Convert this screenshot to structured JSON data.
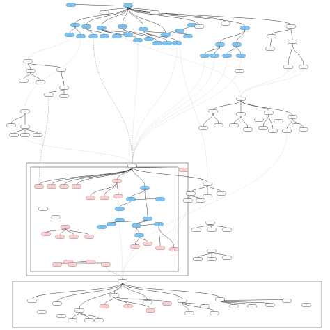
{
  "colors": {
    "blue_fill": "#7cc3f0",
    "blue_stroke": "#2b76b9",
    "pink_fill": "#f6d2d2",
    "pink_stroke": "#b55",
    "plain_fill": "#ffffff",
    "plain_stroke": "#333333"
  },
  "nodes": [
    {
      "id": "r_root",
      "kind": "blue",
      "label": "···"
    },
    {
      "id": "r_top_left",
      "kind": "blue",
      "label": "···"
    },
    {
      "id": "r_tl2",
      "kind": "plain",
      "label": "···"
    },
    {
      "id": "r_tl3",
      "kind": "plain",
      "label": "···"
    },
    {
      "id": "r_b1",
      "kind": "blue",
      "label": "···"
    },
    {
      "id": "r_b2",
      "kind": "blue",
      "label": "···"
    },
    {
      "id": "r_b3",
      "kind": "blue",
      "label": "···"
    },
    {
      "id": "r_b4",
      "kind": "blue",
      "label": "···"
    },
    {
      "id": "r_b5",
      "kind": "blue",
      "label": "···"
    },
    {
      "id": "r_b6",
      "kind": "blue",
      "label": "···"
    },
    {
      "id": "r_c1",
      "kind": "blue",
      "label": "···"
    },
    {
      "id": "r_c2",
      "kind": "blue",
      "label": "···"
    },
    {
      "id": "r_c3",
      "kind": "blue",
      "label": "···"
    },
    {
      "id": "r_c4",
      "kind": "blue",
      "label": "···"
    },
    {
      "id": "r_c5",
      "kind": "blue",
      "label": "···"
    },
    {
      "id": "r_c6",
      "kind": "blue",
      "label": "···"
    },
    {
      "id": "r_c7",
      "kind": "blue",
      "label": "···"
    },
    {
      "id": "r_c8",
      "kind": "blue",
      "label": "···"
    },
    {
      "id": "r_c9",
      "kind": "blue",
      "label": "···"
    },
    {
      "id": "r_c10",
      "kind": "blue",
      "label": "···"
    },
    {
      "id": "r_c11",
      "kind": "blue",
      "label": "···"
    },
    {
      "id": "r_c12",
      "kind": "blue",
      "label": "···"
    },
    {
      "id": "r_c13",
      "kind": "blue",
      "label": "···"
    },
    {
      "id": "r_c14",
      "kind": "blue",
      "label": "···"
    },
    {
      "id": "r_r1",
      "kind": "plain",
      "label": "···"
    },
    {
      "id": "r_r2",
      "kind": "plain",
      "label": "···"
    },
    {
      "id": "r_r3",
      "kind": "blue",
      "label": "···"
    },
    {
      "id": "r_r4",
      "kind": "plain",
      "label": "···"
    },
    {
      "id": "r_r5",
      "kind": "blue",
      "label": "···"
    },
    {
      "id": "r_r6",
      "kind": "blue",
      "label": "···"
    },
    {
      "id": "r_r7",
      "kind": "blue",
      "label": "···"
    },
    {
      "id": "r_r8",
      "kind": "blue",
      "label": "···"
    },
    {
      "id": "r_r9",
      "kind": "blue",
      "label": "···"
    },
    {
      "id": "r_r10",
      "kind": "blue",
      "label": "···"
    },
    {
      "id": "r_fr1",
      "kind": "plain",
      "label": "···"
    },
    {
      "id": "r_fr2",
      "kind": "plain",
      "label": "···"
    },
    {
      "id": "r_fr3",
      "kind": "plain",
      "label": "···"
    },
    {
      "id": "r_fr4",
      "kind": "plain",
      "label": "···"
    },
    {
      "id": "r_fr5",
      "kind": "plain",
      "label": "···"
    },
    {
      "id": "l_a",
      "kind": "plain",
      "label": "···"
    },
    {
      "id": "l_b",
      "kind": "plain",
      "label": "···"
    },
    {
      "id": "l_c",
      "kind": "plain",
      "label": "···"
    },
    {
      "id": "l_d",
      "kind": "plain",
      "label": "···"
    },
    {
      "id": "l_e",
      "kind": "plain",
      "label": "···"
    },
    {
      "id": "l_f",
      "kind": "plain",
      "label": "···"
    },
    {
      "id": "l_g",
      "kind": "plain",
      "label": "···"
    },
    {
      "id": "l_h",
      "kind": "plain",
      "label": "···"
    },
    {
      "id": "l_i",
      "kind": "plain",
      "label": "···"
    },
    {
      "id": "l_j",
      "kind": "plain",
      "label": "···"
    },
    {
      "id": "l_k",
      "kind": "plain",
      "label": "···"
    },
    {
      "id": "l_l",
      "kind": "plain",
      "label": "···"
    },
    {
      "id": "l_m",
      "kind": "plain",
      "label": "···"
    },
    {
      "id": "l_n",
      "kind": "plain",
      "label": "···"
    },
    {
      "id": "l_o",
      "kind": "plain",
      "label": "···"
    },
    {
      "id": "m_top",
      "kind": "plain",
      "label": "···"
    },
    {
      "id": "m_p1",
      "kind": "pink",
      "label": "···"
    },
    {
      "id": "m_p2",
      "kind": "pink",
      "label": "···"
    },
    {
      "id": "m_p3",
      "kind": "pink",
      "label": "···"
    },
    {
      "id": "m_p4",
      "kind": "pink",
      "label": "···"
    },
    {
      "id": "m_p5",
      "kind": "pink",
      "label": "···"
    },
    {
      "id": "m_p6",
      "kind": "pink",
      "label": "···"
    },
    {
      "id": "m_p7",
      "kind": "pink",
      "label": "···"
    },
    {
      "id": "m_p8",
      "kind": "pink",
      "label": "···"
    },
    {
      "id": "m_p9",
      "kind": "pink",
      "label": "···"
    },
    {
      "id": "m_p10",
      "kind": "pink",
      "label": "···"
    },
    {
      "id": "m_p11",
      "kind": "pink",
      "label": "···"
    },
    {
      "id": "m_p12",
      "kind": "pink",
      "label": "···"
    },
    {
      "id": "m_p13",
      "kind": "pink",
      "label": "···"
    },
    {
      "id": "m_p14",
      "kind": "pink",
      "label": "···"
    },
    {
      "id": "m_p15",
      "kind": "pink",
      "label": "···"
    },
    {
      "id": "m_p16",
      "kind": "pink",
      "label": "···"
    },
    {
      "id": "m_p17",
      "kind": "pink",
      "label": "···"
    },
    {
      "id": "m_p18",
      "kind": "pink",
      "label": "···"
    },
    {
      "id": "m_p19",
      "kind": "pink",
      "label": "···"
    },
    {
      "id": "m_p20",
      "kind": "pink",
      "label": "···"
    },
    {
      "id": "m_p21",
      "kind": "pink",
      "label": "···"
    },
    {
      "id": "m_p22",
      "kind": "pink",
      "label": "···"
    },
    {
      "id": "m_p23",
      "kind": "pink",
      "label": "···"
    },
    {
      "id": "m_p24",
      "kind": "pink",
      "label": "···"
    },
    {
      "id": "m_p25",
      "kind": "pink",
      "label": "···"
    },
    {
      "id": "m_p26",
      "kind": "pink",
      "label": "···"
    },
    {
      "id": "m_p27",
      "kind": "pink",
      "label": "···"
    },
    {
      "id": "m_b1",
      "kind": "blue",
      "label": "···"
    },
    {
      "id": "m_b2",
      "kind": "blue",
      "label": "···"
    },
    {
      "id": "m_b3",
      "kind": "blue",
      "label": "···"
    },
    {
      "id": "m_b4",
      "kind": "blue",
      "label": "···"
    },
    {
      "id": "m_b5",
      "kind": "blue",
      "label": "···"
    },
    {
      "id": "m_b6",
      "kind": "blue",
      "label": "···"
    },
    {
      "id": "m_b7",
      "kind": "blue",
      "label": "···"
    },
    {
      "id": "m_b8",
      "kind": "blue",
      "label": "···"
    },
    {
      "id": "m_b9",
      "kind": "blue",
      "label": "···"
    },
    {
      "id": "m_b10",
      "kind": "blue",
      "label": "···"
    },
    {
      "id": "m_b11",
      "kind": "blue",
      "label": "···"
    },
    {
      "id": "m_w1",
      "kind": "plain",
      "label": "···"
    },
    {
      "id": "m_w2",
      "kind": "plain",
      "label": "···"
    },
    {
      "id": "m_w3",
      "kind": "plain",
      "label": "···"
    },
    {
      "id": "m_w4",
      "kind": "plain",
      "label": "···"
    },
    {
      "id": "m_w5",
      "kind": "plain",
      "label": "···"
    },
    {
      "id": "m_w6",
      "kind": "plain",
      "label": "···"
    },
    {
      "id": "m_w7",
      "kind": "plain",
      "label": "···"
    },
    {
      "id": "m_w8",
      "kind": "plain",
      "label": "···"
    },
    {
      "id": "m_w9",
      "kind": "plain",
      "label": "···"
    },
    {
      "id": "m_w10",
      "kind": "plain",
      "label": "···"
    },
    {
      "id": "m_w11",
      "kind": "plain",
      "label": "···"
    },
    {
      "id": "m_w12",
      "kind": "plain",
      "label": "···"
    },
    {
      "id": "m_w13",
      "kind": "plain",
      "label": "···"
    },
    {
      "id": "m_w14",
      "kind": "plain",
      "label": "···"
    },
    {
      "id": "m_w15",
      "kind": "plain",
      "label": "···"
    },
    {
      "id": "m_w16",
      "kind": "plain",
      "label": "···"
    },
    {
      "id": "e_r1",
      "kind": "plain",
      "label": "···"
    },
    {
      "id": "e_r2",
      "kind": "plain",
      "label": "···"
    },
    {
      "id": "e_r3",
      "kind": "plain",
      "label": "···"
    },
    {
      "id": "e_r4",
      "kind": "plain",
      "label": "···"
    },
    {
      "id": "e_r5",
      "kind": "plain",
      "label": "···"
    },
    {
      "id": "e_r6",
      "kind": "plain",
      "label": "···"
    },
    {
      "id": "e_r7",
      "kind": "plain",
      "label": "···"
    },
    {
      "id": "e_r8",
      "kind": "plain",
      "label": "···"
    },
    {
      "id": "e_r9",
      "kind": "plain",
      "label": "···"
    },
    {
      "id": "e_r10",
      "kind": "plain",
      "label": "···"
    },
    {
      "id": "e_r11",
      "kind": "plain",
      "label": "···"
    },
    {
      "id": "e_r12",
      "kind": "plain",
      "label": "···"
    },
    {
      "id": "e_r13",
      "kind": "plain",
      "label": "···"
    },
    {
      "id": "e_r14",
      "kind": "plain",
      "label": "···"
    },
    {
      "id": "e_r15",
      "kind": "plain",
      "label": "···"
    },
    {
      "id": "e_r16",
      "kind": "plain",
      "label": "···"
    },
    {
      "id": "b_top",
      "kind": "plain",
      "label": "···"
    },
    {
      "id": "b_1",
      "kind": "plain",
      "label": "···"
    },
    {
      "id": "b_2",
      "kind": "plain",
      "label": "···"
    },
    {
      "id": "b_3",
      "kind": "plain",
      "label": "···"
    },
    {
      "id": "b_4",
      "kind": "plain",
      "label": "···"
    },
    {
      "id": "b_5",
      "kind": "plain",
      "label": "···"
    },
    {
      "id": "b_6",
      "kind": "plain",
      "label": "···"
    },
    {
      "id": "b_7",
      "kind": "plain",
      "label": "···"
    },
    {
      "id": "b_8",
      "kind": "plain",
      "label": "···"
    },
    {
      "id": "b_9",
      "kind": "pink",
      "label": "···"
    },
    {
      "id": "b_10",
      "kind": "pink",
      "label": "···"
    },
    {
      "id": "b_11",
      "kind": "pink",
      "label": "···"
    },
    {
      "id": "b_12",
      "kind": "pink",
      "label": "···"
    },
    {
      "id": "b_13",
      "kind": "plain",
      "label": "···"
    },
    {
      "id": "b_14",
      "kind": "plain",
      "label": "···"
    },
    {
      "id": "b_15",
      "kind": "plain",
      "label": "···"
    },
    {
      "id": "b_16",
      "kind": "plain",
      "label": "···"
    },
    {
      "id": "b_17",
      "kind": "plain",
      "label": "···"
    },
    {
      "id": "b_18",
      "kind": "plain",
      "label": "···"
    },
    {
      "id": "b_19",
      "kind": "plain",
      "label": "···"
    },
    {
      "id": "b_20",
      "kind": "plain",
      "label": "···"
    },
    {
      "id": "b_21",
      "kind": "plain",
      "label": "···"
    },
    {
      "id": "b_22",
      "kind": "plain",
      "label": "···"
    },
    {
      "id": "b_23",
      "kind": "plain",
      "label": "···"
    },
    {
      "id": "b_24",
      "kind": "plain",
      "label": "···"
    }
  ],
  "edges": [
    [
      "r_root",
      "r_top_left",
      "solid"
    ],
    [
      "r_root",
      "r_tl2",
      "solid"
    ],
    [
      "r_root",
      "r_tl3",
      "solid"
    ],
    [
      "r_root",
      "r_b1",
      "solid"
    ],
    [
      "r_root",
      "r_b2",
      "solid"
    ],
    [
      "r_root",
      "r_b3",
      "solid"
    ],
    [
      "r_root",
      "r_b4",
      "solid"
    ],
    [
      "r_root",
      "r_b5",
      "solid"
    ],
    [
      "r_root",
      "r_b6",
      "solid"
    ],
    [
      "r_root",
      "r_r1",
      "solid"
    ],
    [
      "r_root",
      "r_r2",
      "solid"
    ],
    [
      "r_root",
      "r_r3",
      "solid"
    ],
    [
      "r_root",
      "r_r4",
      "solid"
    ],
    [
      "r_b1",
      "r_c1",
      "solid"
    ],
    [
      "r_b1",
      "r_c2",
      "solid"
    ],
    [
      "r_b2",
      "r_c3",
      "solid"
    ],
    [
      "r_b2",
      "r_c4",
      "solid"
    ],
    [
      "r_b3",
      "r_c5",
      "solid"
    ],
    [
      "r_b3",
      "r_c6",
      "solid"
    ],
    [
      "r_b3",
      "r_c7",
      "solid"
    ],
    [
      "r_b4",
      "r_c8",
      "solid"
    ],
    [
      "r_b4",
      "r_c9",
      "solid"
    ],
    [
      "r_b5",
      "r_c10",
      "solid"
    ],
    [
      "r_b5",
      "r_c11",
      "solid"
    ],
    [
      "r_b5",
      "r_c12",
      "solid"
    ],
    [
      "r_b6",
      "r_c13",
      "solid"
    ],
    [
      "r_b6",
      "r_c14",
      "solid"
    ],
    [
      "r_r3",
      "r_r5",
      "solid"
    ],
    [
      "r_r3",
      "r_r6",
      "solid"
    ],
    [
      "r_r5",
      "r_r7",
      "solid"
    ],
    [
      "r_r5",
      "r_r8",
      "solid"
    ],
    [
      "r_r6",
      "r_r9",
      "solid"
    ],
    [
      "r_r6",
      "r_r10",
      "solid"
    ],
    [
      "r_r4",
      "r_fr1",
      "solid"
    ],
    [
      "r_r4",
      "r_fr2",
      "solid"
    ],
    [
      "r_fr1",
      "r_fr3",
      "solid"
    ],
    [
      "r_fr2",
      "r_fr4",
      "solid"
    ],
    [
      "r_fr2",
      "r_fr5",
      "solid"
    ],
    [
      "l_a",
      "l_b",
      "solid"
    ],
    [
      "l_a",
      "l_c",
      "solid"
    ],
    [
      "l_b",
      "l_d",
      "solid"
    ],
    [
      "l_b",
      "l_e",
      "solid"
    ],
    [
      "l_c",
      "l_f",
      "solid"
    ],
    [
      "l_f",
      "l_g",
      "solid"
    ],
    [
      "l_f",
      "l_h",
      "solid"
    ],
    [
      "l_i",
      "l_j",
      "solid"
    ],
    [
      "l_i",
      "l_k",
      "solid"
    ],
    [
      "l_k",
      "l_l",
      "solid"
    ],
    [
      "l_k",
      "l_m",
      "solid"
    ],
    [
      "l_k",
      "l_n",
      "solid"
    ],
    [
      "m_top",
      "m_p1",
      "solid"
    ],
    [
      "m_top",
      "m_p2",
      "solid"
    ],
    [
      "m_top",
      "m_p3",
      "solid"
    ],
    [
      "m_top",
      "m_p4",
      "solid"
    ],
    [
      "m_top",
      "m_p5",
      "solid"
    ],
    [
      "m_top",
      "m_p6",
      "solid"
    ],
    [
      "m_top",
      "m_b1",
      "solid"
    ],
    [
      "m_top",
      "m_w1",
      "solid"
    ],
    [
      "m_p5",
      "m_p7",
      "solid"
    ],
    [
      "m_p5",
      "m_p8",
      "solid"
    ],
    [
      "m_p5",
      "m_p9",
      "solid"
    ],
    [
      "m_b1",
      "m_b2",
      "solid"
    ],
    [
      "m_b1",
      "m_b3",
      "solid"
    ],
    [
      "m_b2",
      "m_b4",
      "solid"
    ],
    [
      "m_b2",
      "m_b5",
      "solid"
    ],
    [
      "m_b3",
      "m_b6",
      "solid"
    ],
    [
      "m_b3",
      "m_b7",
      "solid"
    ],
    [
      "m_b6",
      "m_b8",
      "solid"
    ],
    [
      "m_b6",
      "m_b9",
      "solid"
    ],
    [
      "m_b7",
      "m_b10",
      "solid"
    ],
    [
      "m_b7",
      "m_b11",
      "solid"
    ],
    [
      "m_b10",
      "m_p10",
      "solid"
    ],
    [
      "m_b10",
      "m_p11",
      "solid"
    ],
    [
      "m_b11",
      "m_p12",
      "solid"
    ],
    [
      "m_b11",
      "m_p13",
      "solid"
    ],
    [
      "m_p14",
      "m_p15",
      "solid"
    ],
    [
      "m_p14",
      "m_p16",
      "solid"
    ],
    [
      "m_p14",
      "m_p17",
      "solid"
    ],
    [
      "m_p14",
      "m_p18",
      "solid"
    ],
    [
      "m_p19",
      "m_p20",
      "solid"
    ],
    [
      "m_p19",
      "m_p21",
      "solid"
    ],
    [
      "m_p19",
      "m_p22",
      "solid"
    ],
    [
      "m_p19",
      "m_p23",
      "solid"
    ],
    [
      "m_w1",
      "m_w2",
      "solid"
    ],
    [
      "m_w1",
      "m_w3",
      "solid"
    ],
    [
      "m_w1",
      "m_w4",
      "solid"
    ],
    [
      "m_w2",
      "m_w5",
      "solid"
    ],
    [
      "m_w2",
      "m_w6",
      "solid"
    ],
    [
      "m_w7",
      "m_w8",
      "solid"
    ],
    [
      "m_w7",
      "m_w9",
      "solid"
    ],
    [
      "m_w7",
      "m_w10",
      "solid"
    ],
    [
      "m_w11",
      "m_w12",
      "solid"
    ],
    [
      "m_w11",
      "m_w13",
      "solid"
    ],
    [
      "m_w11",
      "m_w14",
      "solid"
    ],
    [
      "e_r1",
      "e_r2",
      "solid"
    ],
    [
      "e_r1",
      "e_r3",
      "solid"
    ],
    [
      "e_r1",
      "e_r4",
      "solid"
    ],
    [
      "e_r1",
      "e_r5",
      "solid"
    ],
    [
      "e_r2",
      "e_r6",
      "solid"
    ],
    [
      "e_r2",
      "e_r7",
      "solid"
    ],
    [
      "e_r3",
      "e_r8",
      "solid"
    ],
    [
      "e_r3",
      "e_r9",
      "solid"
    ],
    [
      "e_r4",
      "e_r10",
      "solid"
    ],
    [
      "e_r4",
      "e_r11",
      "solid"
    ],
    [
      "e_r5",
      "e_r12",
      "solid"
    ],
    [
      "e_r5",
      "e_r13",
      "solid"
    ],
    [
      "b_top",
      "b_1",
      "solid"
    ],
    [
      "b_top",
      "b_2",
      "solid"
    ],
    [
      "b_top",
      "b_3",
      "solid"
    ],
    [
      "b_top",
      "b_4",
      "solid"
    ],
    [
      "b_top",
      "b_5",
      "solid"
    ],
    [
      "b_top",
      "b_6",
      "solid"
    ],
    [
      "b_top",
      "b_7",
      "solid"
    ],
    [
      "b_3",
      "b_8",
      "solid"
    ],
    [
      "b_3",
      "b_13",
      "solid"
    ],
    [
      "b_3",
      "b_14",
      "solid"
    ],
    [
      "b_4",
      "b_9",
      "solid"
    ],
    [
      "b_4",
      "b_10",
      "solid"
    ],
    [
      "b_4",
      "b_11",
      "solid"
    ],
    [
      "b_4",
      "b_12",
      "solid"
    ],
    [
      "b_6",
      "b_15",
      "solid"
    ],
    [
      "b_6",
      "b_16",
      "solid"
    ],
    [
      "b_6",
      "b_17",
      "solid"
    ],
    [
      "b_7",
      "b_18",
      "solid"
    ],
    [
      "b_7",
      "b_19",
      "solid"
    ],
    [
      "b_7",
      "b_20",
      "solid"
    ],
    [
      "b_7",
      "b_21",
      "solid"
    ],
    [
      "r_c3",
      "m_top",
      "dashed"
    ],
    [
      "r_c7",
      "m_top",
      "dotted"
    ],
    [
      "r_r7",
      "m_top",
      "dotted"
    ],
    [
      "r_r8",
      "m_top",
      "dotted"
    ],
    [
      "r_r9",
      "m_top",
      "dotted"
    ],
    [
      "r_r10",
      "m_top",
      "dotted"
    ],
    [
      "r_c11",
      "m_top",
      "dotted"
    ],
    [
      "l_g",
      "m_p1",
      "dashed"
    ],
    [
      "l_m",
      "m_top",
      "dotted"
    ],
    [
      "r_tl2",
      "e_r1",
      "dotted"
    ],
    [
      "m_p9",
      "b_top",
      "dotted"
    ],
    [
      "m_p23",
      "b_top",
      "dashed"
    ],
    [
      "e_r12",
      "b_top",
      "dotted"
    ],
    [
      "r_fr4",
      "e_r1",
      "dotted"
    ],
    [
      "r_fr5",
      "e_r1",
      "dotted"
    ],
    [
      "m_w5",
      "b_top",
      "dotted"
    ],
    [
      "r_c1",
      "l_a",
      "dotted"
    ],
    [
      "r_c2",
      "l_i",
      "dotted"
    ],
    [
      "r_c14",
      "m_w1",
      "dotted"
    ]
  ]
}
